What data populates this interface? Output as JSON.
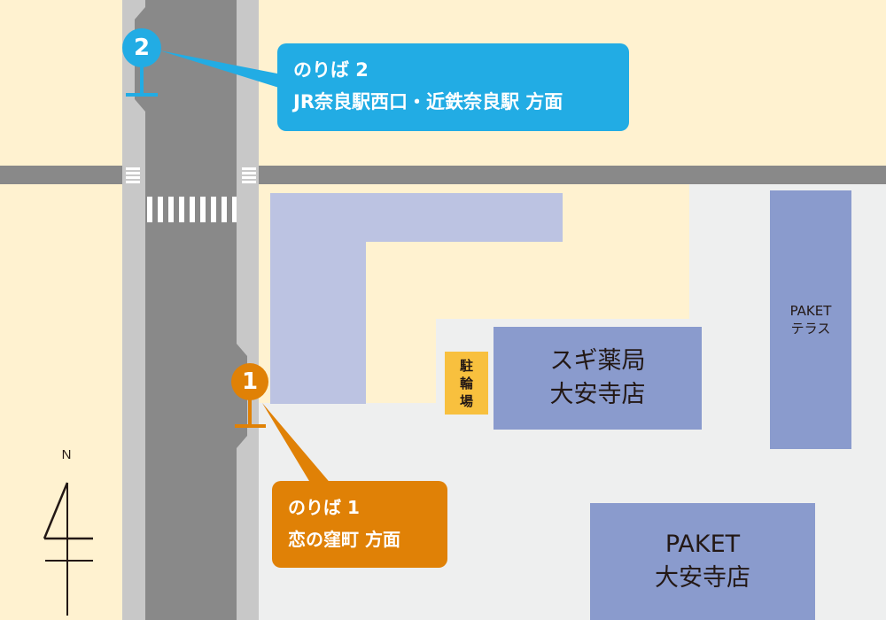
{
  "colors": {
    "background": "#fff2d0",
    "road": "#898989",
    "sidewalk": "#c8c8c8",
    "plaza": "#eeefef",
    "building_light": "#bcc3e2",
    "building": "#8a9bcd",
    "bike_parking": "#f8c03e",
    "stop1_accent": "#e08106",
    "stop2_accent": "#22ace4"
  },
  "stops": [
    {
      "number": "1",
      "callout_line1": "のりば 1",
      "callout_line2": "恋の窪町 方面"
    },
    {
      "number": "2",
      "callout_line1": "のりば 2",
      "callout_line2": "JR奈良駅西口・近鉄奈良駅 方面"
    }
  ],
  "buildings": {
    "sugi": {
      "line1": "スギ薬局",
      "line2": "大安寺店"
    },
    "paket_store": {
      "line1": "PAKET",
      "line2": "大安寺店"
    },
    "paket_terrace": {
      "line1": "PAKET",
      "line2": "テラス"
    },
    "bike_parking": {
      "chars": [
        "駐",
        "輪",
        "場"
      ]
    }
  },
  "compass": {
    "label": "N"
  }
}
